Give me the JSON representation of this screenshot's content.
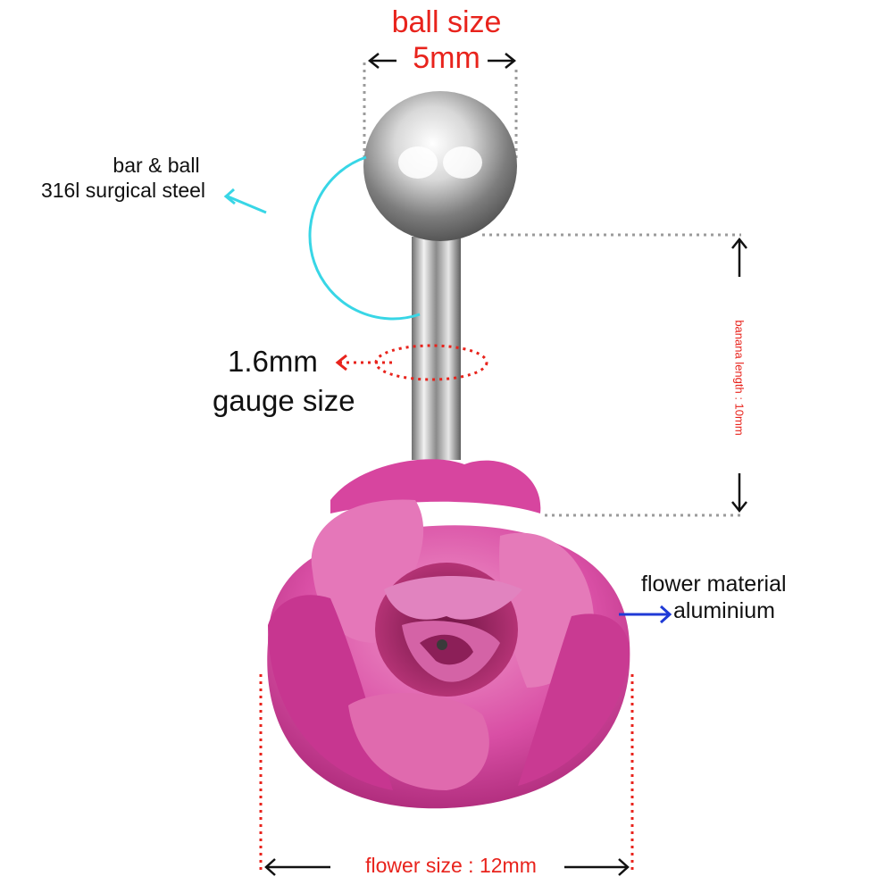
{
  "labels": {
    "ball_size_title": "ball size",
    "ball_size_value": "5mm",
    "steel_line1": "bar & ball",
    "steel_line2": "316l surgical steel",
    "gauge_value": "1.6mm",
    "gauge_label": "gauge size",
    "banana_length": "banana length : 10mm",
    "flower_material_line1": "flower material",
    "flower_material_line2": "aluminium",
    "flower_size": "flower size : 12mm"
  },
  "colors": {
    "dimension_text": "#e8231c",
    "steel_callout": "#38d6e6",
    "material_arrow": "#1f3ad6",
    "flower": "#d7459f",
    "dotted_guide": "#9b9b9b"
  },
  "icons": [
    "dimension-arrow-icon",
    "callout-arrow-icon",
    "gauge-ring-icon"
  ]
}
